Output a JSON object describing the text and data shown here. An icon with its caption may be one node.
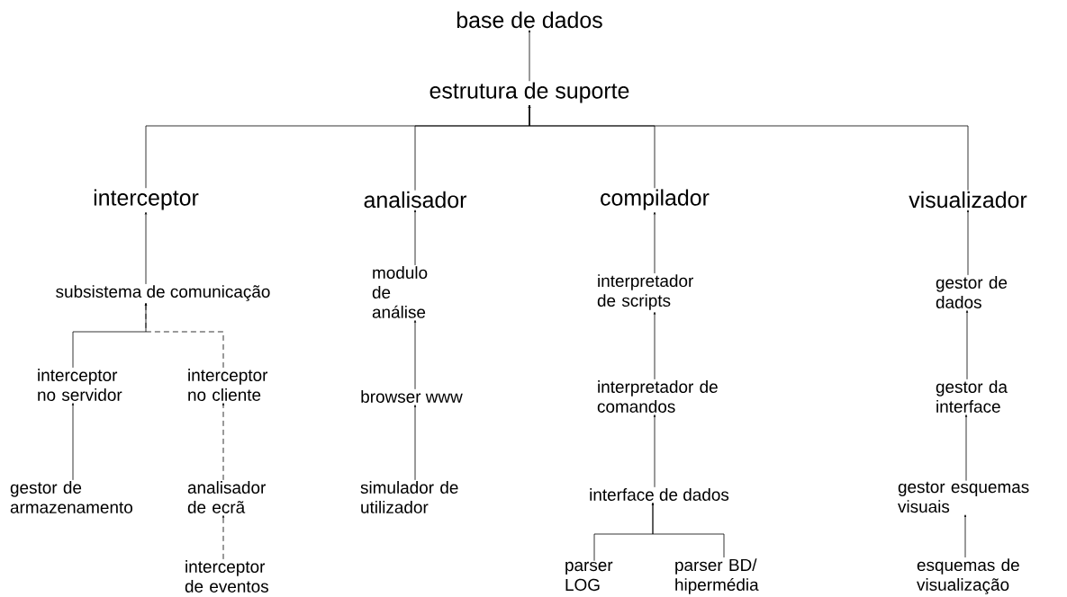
{
  "diagram": {
    "nodes": [
      {
        "text": [
          "base de dados"
        ]
      },
      {
        "text": [
          "estrutura de suporte"
        ]
      },
      {
        "text": [
          "interceptor"
        ]
      },
      {
        "text": [
          "analisador"
        ]
      },
      {
        "text": [
          "compilador"
        ]
      },
      {
        "text": [
          "visualizador"
        ]
      },
      {
        "text": [
          "subsistema de comunicação"
        ]
      },
      {
        "text": [
          "interceptor no servidor"
        ]
      },
      {
        "text": [
          "interceptor no cliente"
        ]
      },
      {
        "text": [
          "gestor de armazenamento"
        ]
      },
      {
        "text": [
          "analisador de ecrã"
        ]
      },
      {
        "text": [
          "interceptor de eventos"
        ]
      },
      {
        "text": [
          "modulo de análise"
        ]
      },
      {
        "text": [
          "browser www"
        ]
      },
      {
        "text": [
          "simulador de utilizador"
        ]
      },
      {
        "text": [
          "interpretador de scripts"
        ]
      },
      {
        "text": [
          "interpretador de comandos"
        ]
      },
      {
        "text": [
          "interface de dados"
        ]
      },
      {
        "text": [
          "parser LOG"
        ]
      },
      {
        "text": [
          "parser BD/ hipermédia"
        ]
      },
      {
        "text": [
          "gestor de dados"
        ]
      },
      {
        "text": [
          "gestor da interface"
        ]
      },
      {
        "text": [
          "gestor esquemas visuais"
        ]
      },
      {
        "text": [
          "esquemas de visualização"
        ]
      }
    ],
    "edges": [
      {
        "from": 1,
        "to": 0,
        "arrow": "to"
      },
      {
        "from": 2,
        "to": 1,
        "arrow": "to"
      },
      {
        "from": 3,
        "to": 1,
        "arrow": "to"
      },
      {
        "from": 4,
        "to": 1,
        "arrow": "to"
      },
      {
        "from": 5,
        "to": 1,
        "arrow": "to"
      },
      {
        "from": 6,
        "to": 2,
        "arrow": "to"
      },
      {
        "from": 7,
        "to": 6,
        "arrow": "to"
      },
      {
        "from": 8,
        "to": 6,
        "arrow": "to",
        "style": "dashed"
      },
      {
        "from": 9,
        "to": 7,
        "arrow": "to"
      },
      {
        "from": 10,
        "to": 8,
        "arrow": "to",
        "style": "dashed"
      },
      {
        "from": 11,
        "to": 10,
        "arrow": "to",
        "style": "dashed"
      },
      {
        "from": 12,
        "to": 3,
        "arrow": "to"
      },
      {
        "from": 13,
        "to": 12,
        "arrow": "to"
      },
      {
        "from": 14,
        "to": 13,
        "arrow": "to"
      },
      {
        "from": 15,
        "to": 4,
        "arrow": "to"
      },
      {
        "from": 16,
        "to": 15,
        "arrow": "to"
      },
      {
        "from": 17,
        "to": 16,
        "arrow": "to"
      },
      {
        "from": 18,
        "to": 17,
        "arrow": "to"
      },
      {
        "from": 19,
        "to": 17,
        "arrow": "to"
      },
      {
        "from": 20,
        "to": 5,
        "arrow": "to"
      },
      {
        "from": 21,
        "to": 20,
        "arrow": "to"
      },
      {
        "from": 22,
        "to": 21,
        "arrow": "to"
      },
      {
        "from": 23,
        "to": 22,
        "arrow": "to"
      }
    ]
  }
}
